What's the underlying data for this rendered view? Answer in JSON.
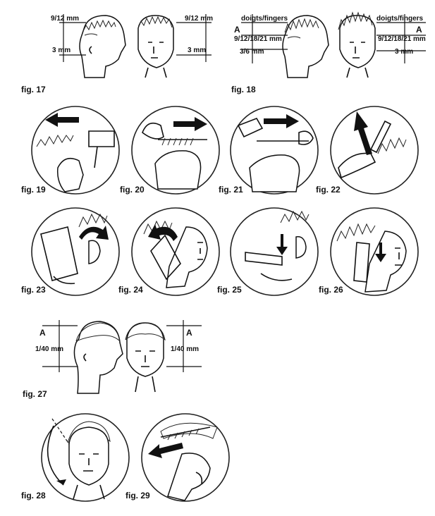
{
  "figures": {
    "fig17": {
      "caption": "fig. 17",
      "left_top": "9/12 mm",
      "left_bottom": "3 mm",
      "right_top": "9/12 mm",
      "right_bottom": "3 mm"
    },
    "fig18": {
      "caption": "fig. 18",
      "left_top": "doigts/fingers",
      "left_A": "A",
      "left_mid": "9/12/18/21 mm",
      "left_bottom": "3/6 mm",
      "right_top": "doigts/fingers",
      "right_A": "A",
      "right_mid": "9/12/18/21 mm",
      "right_bottom": "3 mm"
    },
    "fig19": {
      "caption": "fig. 19"
    },
    "fig20": {
      "caption": "fig. 20"
    },
    "fig21": {
      "caption": "fig. 21"
    },
    "fig22": {
      "caption": "fig. 22"
    },
    "fig23": {
      "caption": "fig. 23"
    },
    "fig24": {
      "caption": "fig. 24"
    },
    "fig25": {
      "caption": "fig. 25"
    },
    "fig26": {
      "caption": "fig. 26"
    },
    "fig27": {
      "caption": "fig. 27",
      "left_A": "A",
      "left_mm": "1/40 mm",
      "right_A": "A",
      "right_mm": "1/40 mm"
    },
    "fig28": {
      "caption": "fig. 28"
    },
    "fig29": {
      "caption": "fig. 29"
    }
  },
  "icons": {
    "head_profile": "head-profile-icon",
    "head_front": "head-front-icon",
    "clipper": "clipper-icon",
    "comb": "comb-icon",
    "direction_arrow": "arrow-icon"
  }
}
